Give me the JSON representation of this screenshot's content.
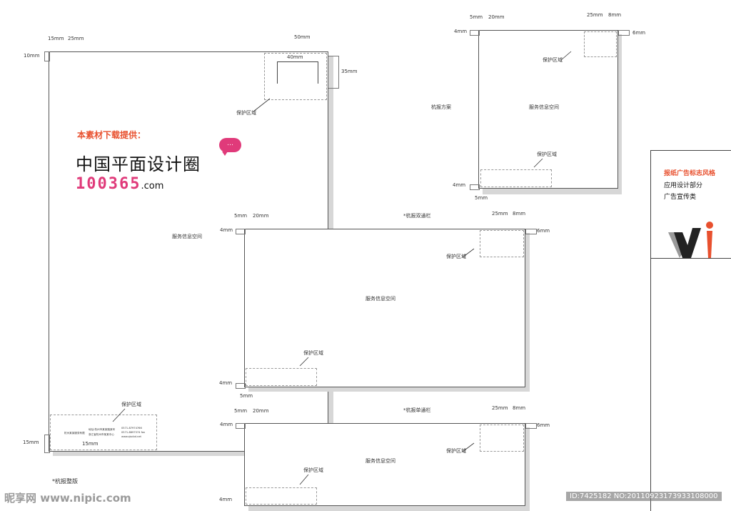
{
  "promo": {
    "title": "本素材下载提供：",
    "logo_text": "中国平面设计圈",
    "number": "100365",
    "domain": ".com",
    "bubble": "…"
  },
  "panels": {
    "main": {
      "dims": {
        "a": "15mm",
        "b": "25mm",
        "c": "10mm",
        "d": "50mm",
        "e": "40mm",
        "f": "35mm",
        "g": "15mm",
        "h": "15mm"
      },
      "protect": "保护区域",
      "protect2": "保护区域",
      "service": "服务信息空间",
      "caption": "*杭报整版"
    },
    "top_right": {
      "dims": {
        "a": "5mm",
        "b": "20mm",
        "c": "4mm",
        "d": "25mm",
        "e": "8mm",
        "f": "6mm",
        "g": "4mm",
        "h": "5mm"
      },
      "protect": "保护区域",
      "protect2": "保护区域",
      "service": "服务信息空间",
      "side_label": "杭报方案"
    },
    "middle": {
      "dims": {
        "a": "5mm",
        "b": "20mm",
        "c": "4mm",
        "d": "25mm",
        "e": "8mm",
        "f": "6mm",
        "g": "4mm",
        "h": "5mm"
      },
      "protect": "保护区域",
      "protect2": "保护区域",
      "service": "服务信息空间",
      "caption": "*杭报双通栏"
    },
    "bottom": {
      "dims": {
        "a": "5mm",
        "b": "20mm",
        "c": "4mm",
        "d": "25mm",
        "e": "8mm",
        "f": "6mm",
        "g": "4mm"
      },
      "protect": "保护区域",
      "protect2": "保护区域",
      "service": "服务信息空间",
      "caption": "*杭报单通栏"
    }
  },
  "footer_info": {
    "col1": "杭州某某服务有限",
    "col2_l1": "地址:杭州市某某路某号",
    "col2_l2": "浙江省杭州市某某中心",
    "col3_l1": "0571-87974766",
    "col3_l2": "0571-8697574 fax",
    "col3_l3": "www.zjscbd.net"
  },
  "right_panel": {
    "title": "报纸广告标志风格",
    "line1": "应用设计部分",
    "line2": "广告宣传类",
    "logo_text": "vi"
  },
  "watermark": {
    "left": "昵享网 www.nipic.com",
    "right": "ID:7425182 NO:20110923173933108000"
  },
  "colors": {
    "accent": "#e8502e",
    "pink": "#e03a7a"
  }
}
